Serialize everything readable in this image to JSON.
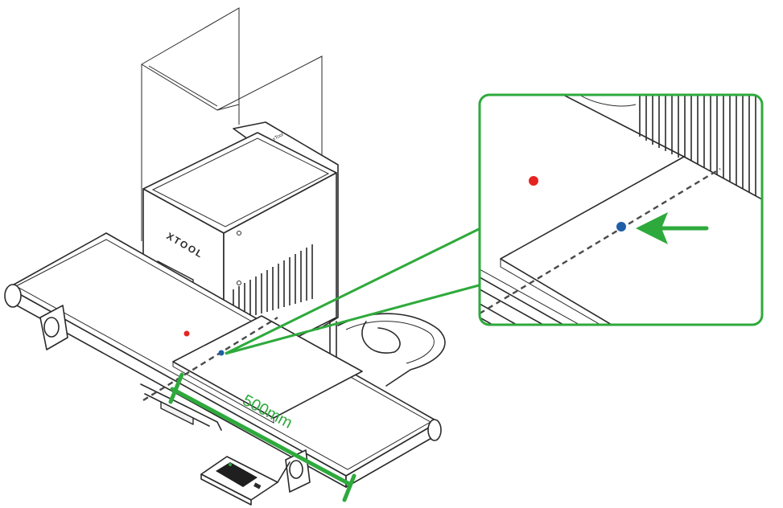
{
  "device": {
    "brand": "XTOOL",
    "top_label": "xTool"
  },
  "measurement": {
    "label": "500mm"
  },
  "markers": {
    "red_color": "#e52421",
    "blue_color": "#1f5fa8",
    "accent_color": "#2eaa3c"
  },
  "icons": {
    "arrow": "green-arrow-icon"
  }
}
